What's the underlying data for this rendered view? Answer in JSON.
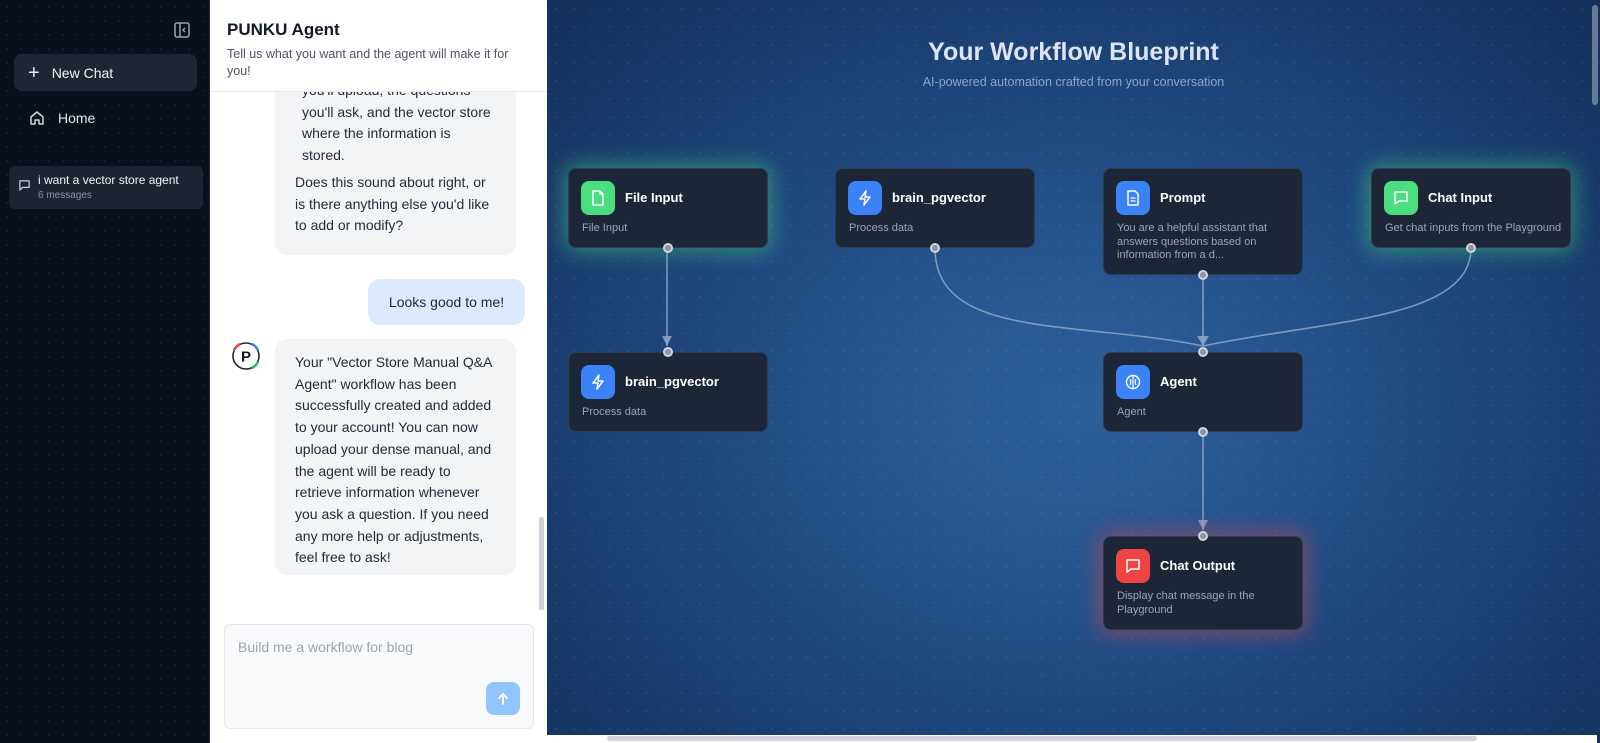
{
  "sidebar": {
    "new_chat_label": "New Chat",
    "home_label": "Home",
    "chats": [
      {
        "title": "i want a vector store agent",
        "meta": "6 messages"
      }
    ]
  },
  "chat": {
    "title": "PUNKU Agent",
    "subtitle": "Tell us what you want and the agent will make it for you!",
    "messages": [
      {
        "role": "agent",
        "lines": [
          "you'll upload, the questions",
          "you'll ask, and the vector store",
          "where the information is",
          "stored."
        ],
        "question": "Does this sound about right, or is there anything else you'd like to add or modify?"
      },
      {
        "role": "user",
        "text": "Looks good to me!"
      },
      {
        "role": "agent",
        "avatar_letter": "P",
        "text": "Your \"Vector Store Manual Q&A Agent\" workflow has been successfully created and added to your account! You can now upload your dense manual, and the agent will be ready to retrieve information whenever you ask a question. If you need any more help or adjustments, feel free to ask!"
      }
    ],
    "composer": {
      "placeholder": "Build me a workflow for blog"
    }
  },
  "canvas": {
    "title": "Your Workflow Blueprint",
    "subtitle": "AI-powered automation crafted from your conversation",
    "nodes": {
      "file_input": {
        "title": "File Input",
        "desc": "File Input",
        "icon": "file-icon",
        "color": "#4ade80"
      },
      "brain_pgvector_top": {
        "title": "brain_pgvector",
        "desc": "Process data",
        "icon": "lightning-icon",
        "color": "#3b82f6"
      },
      "prompt": {
        "title": "Prompt",
        "desc": "You are a helpful assistant that answers questions based on information from a d...",
        "icon": "document-icon",
        "color": "#3b82f6"
      },
      "chat_input": {
        "title": "Chat Input",
        "desc": "Get chat inputs from the Playground",
        "icon": "message-icon",
        "color": "#4ade80"
      },
      "brain_pgvector_bottom": {
        "title": "brain_pgvector",
        "desc": "Process data",
        "icon": "lightning-icon",
        "color": "#3b82f6"
      },
      "agent": {
        "title": "Agent",
        "desc": "Agent",
        "icon": "brain-icon",
        "color": "#3b82f6"
      },
      "chat_output": {
        "title": "Chat Output",
        "desc": "Display chat message in the Playground",
        "icon": "message-icon",
        "color": "#ef4444"
      }
    }
  }
}
